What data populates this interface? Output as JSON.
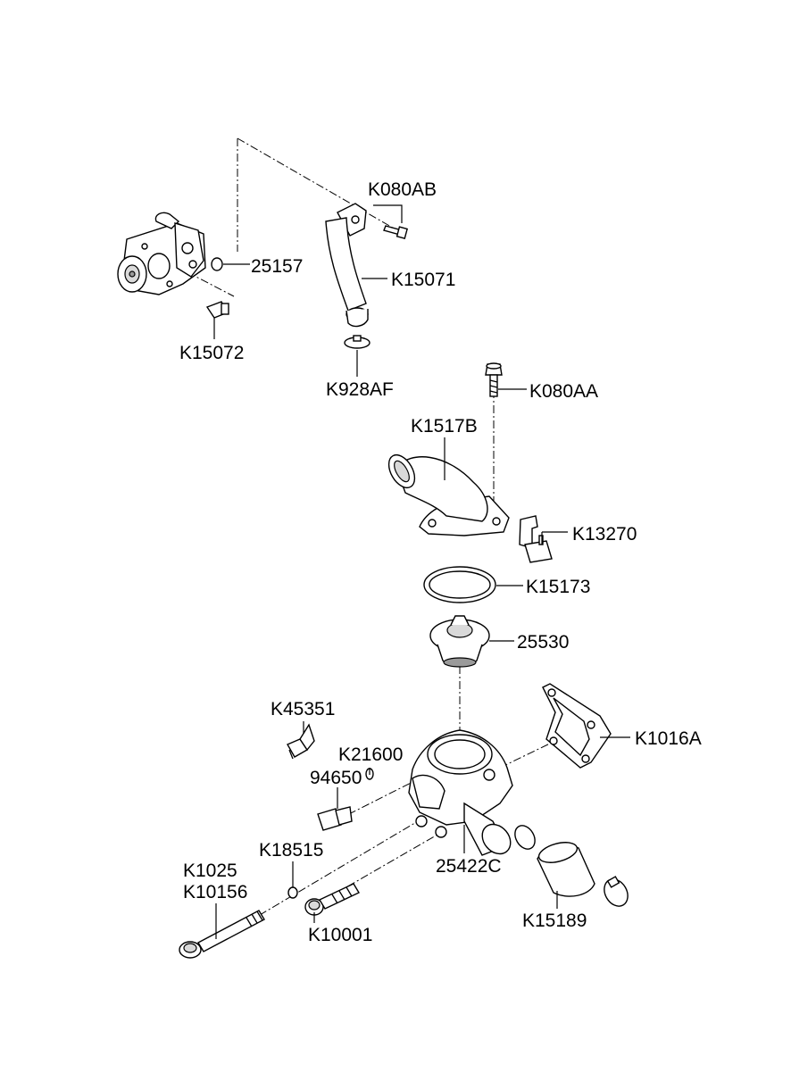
{
  "labels": {
    "k080ab": "K080AB",
    "p25157": "25157",
    "k15071": "K15071",
    "k15072": "K15072",
    "k928af": "K928AF",
    "k080aa": "K080AA",
    "k1517b": "K1517B",
    "k13270": "K13270",
    "k15173": "K15173",
    "p25530": "25530",
    "k45351": "K45351",
    "k21600": "K21600",
    "k1016a": "K1016A",
    "p94650": "94650",
    "k18515": "K18515",
    "p25422c": "25422C",
    "k1025": "K1025",
    "k10156": "K10156",
    "k15189": "K15189",
    "k10001": "K10001"
  }
}
